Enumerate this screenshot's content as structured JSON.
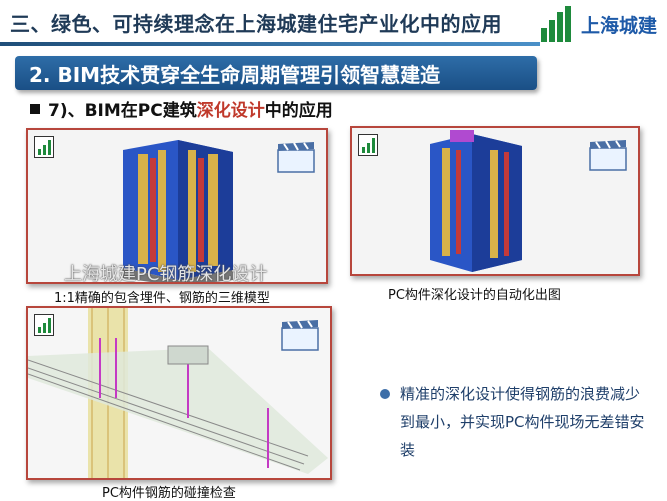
{
  "header": {
    "title": "三、绿色、可持续理念在上海城建住宅产业化中的应用",
    "logo_text": "上海城建"
  },
  "banner": {
    "title": "2. BIM技术贯穿全生命周期管理引领智慧建造"
  },
  "subhead": {
    "prefix": "7)、BIM在PC建筑",
    "highlight": "深化设计",
    "suffix": "中的应用"
  },
  "panels": {
    "panel1": {
      "caption": "1:1精确的包含埋件、钢筋的三维模型",
      "watermark": "上海城建PC钢筋深化设计"
    },
    "panel2": {
      "caption": "PC构件深化设计的自动化出图"
    },
    "panel3": {
      "caption": "PC构件钢筋的碰撞检查"
    }
  },
  "bullet": {
    "text": "精准的深化设计使得钢筋的浪费减少到最小，并实现PC构件现场无差错安装"
  },
  "colors": {
    "accent": "#1f4e79",
    "brand_green": "#1e8a3c",
    "panel_border": "#b7463c",
    "highlight": "#c0392b"
  }
}
